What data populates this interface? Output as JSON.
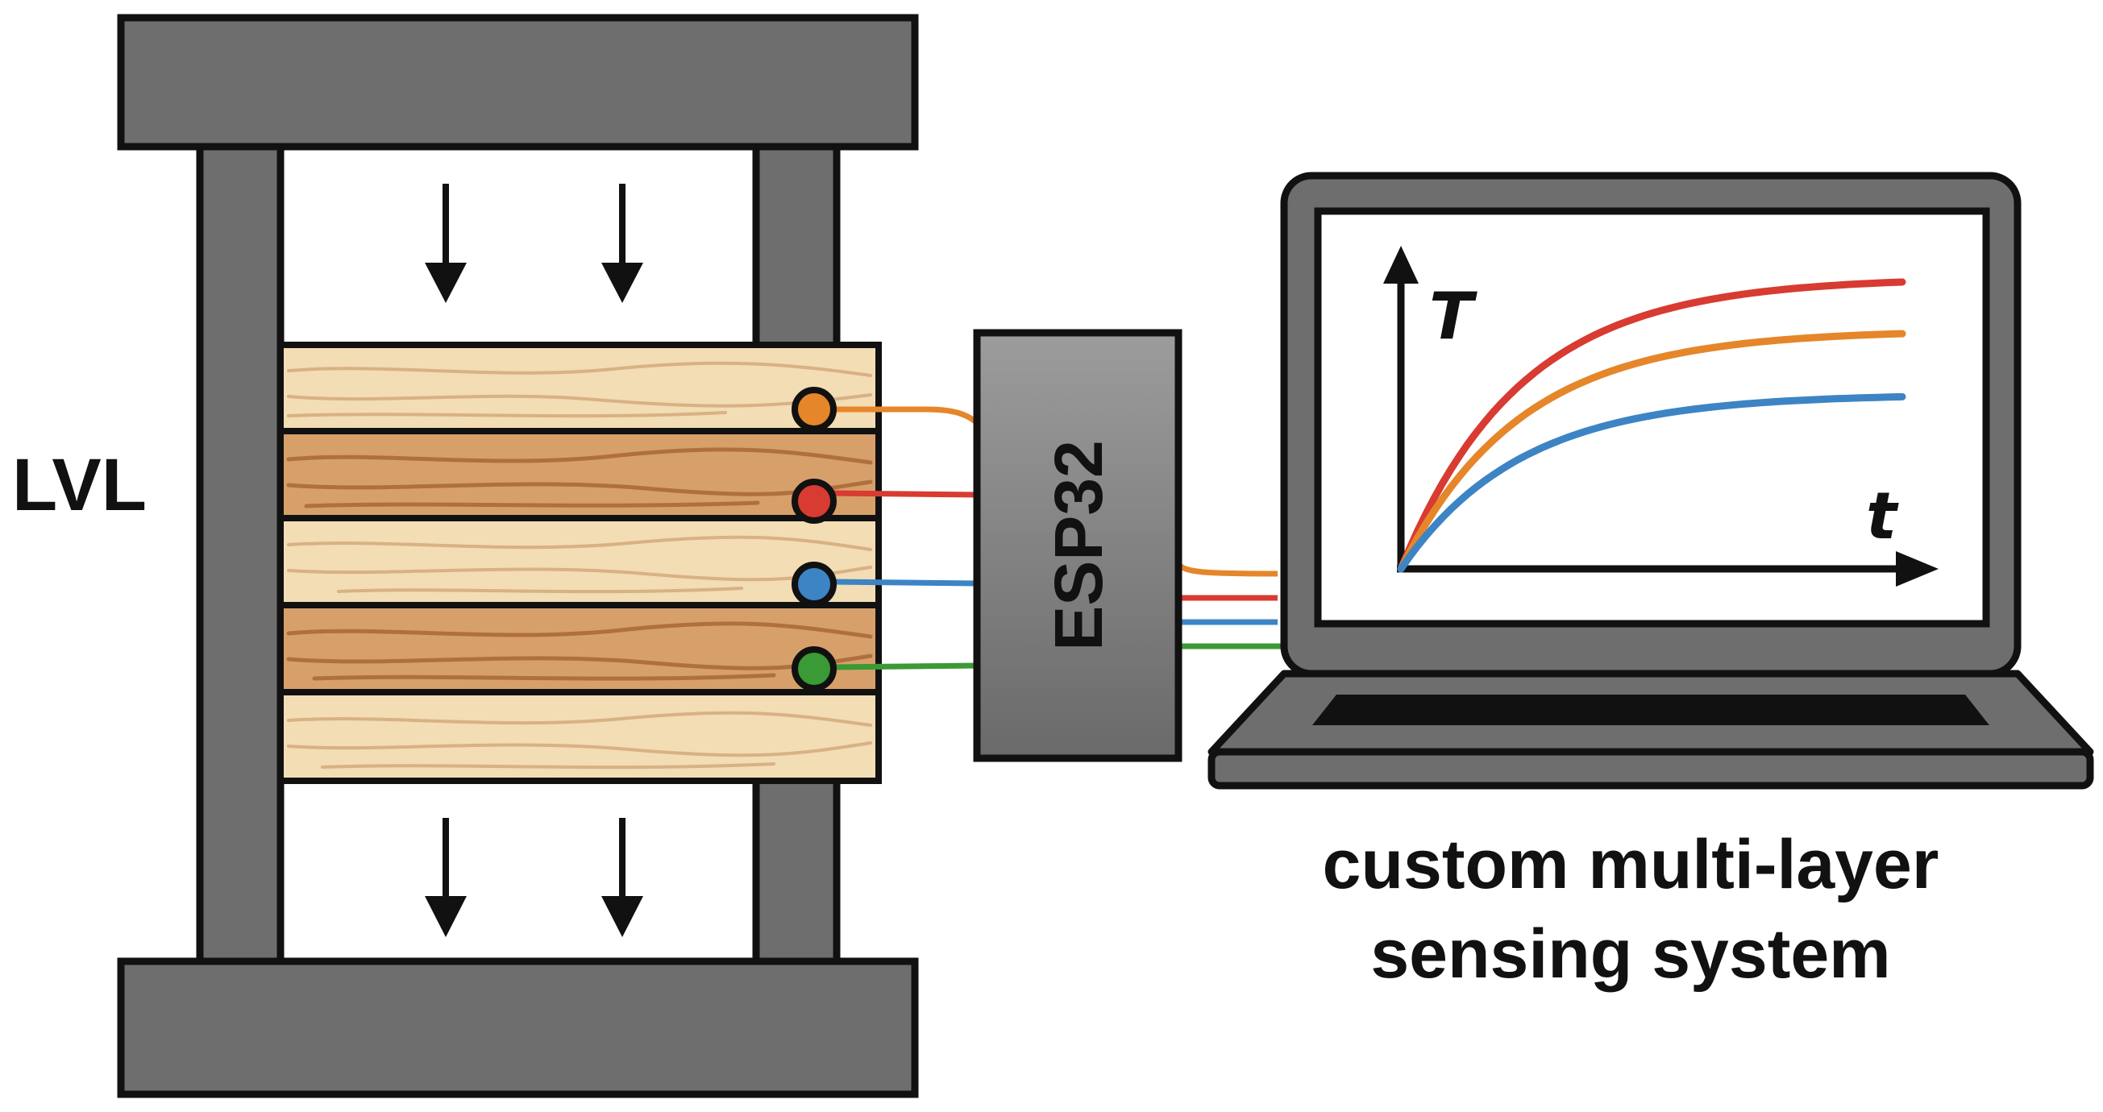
{
  "labels": {
    "lvl": "LVL",
    "esp32": "ESP32",
    "system_line1": "custom multi-layer",
    "system_line2": "sensing system"
  },
  "plot": {
    "y_axis": "T",
    "x_axis": "t"
  },
  "sensors": [
    {
      "color": "#e5862a"
    },
    {
      "color": "#d83b31"
    },
    {
      "color": "#3d84c4"
    },
    {
      "color": "#3a9a35"
    }
  ],
  "curves": [
    {
      "color": "#d83b31",
      "level": 1.0
    },
    {
      "color": "#e5862a",
      "level": 0.82
    },
    {
      "color": "#3d84c4",
      "level": 0.6
    }
  ],
  "colors": {
    "frame": "#6e6e6e",
    "outline": "#111111",
    "veneer_light": "#f2ddb4",
    "veneer_dark": "#d7a06b"
  }
}
